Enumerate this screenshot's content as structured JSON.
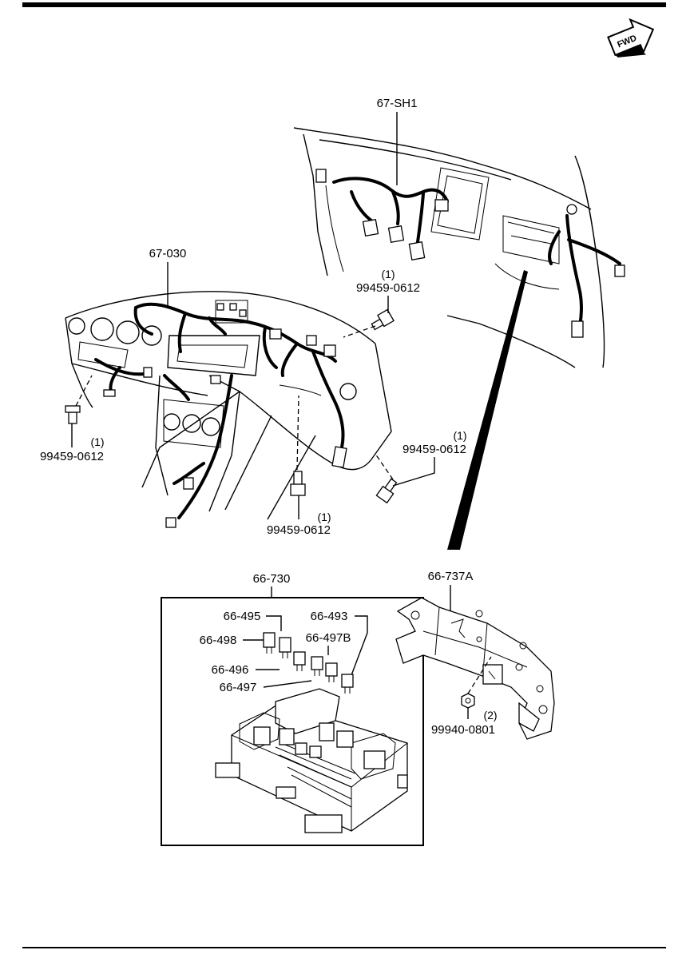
{
  "fwd_label": "FWD",
  "callouts": {
    "sh1": "67-SH1",
    "main_harness": "67-030",
    "bolt_a": "99459-0612",
    "bolt_a_qty": "(1)",
    "bolt_b": "99459-0612",
    "bolt_b_qty": "(1)",
    "bolt_c": "99459-0612",
    "bolt_c_qty": "(1)",
    "bolt_d": "99459-0612",
    "bolt_d_qty": "(1)",
    "fuse_box": "66-730",
    "bracket": "66-737A",
    "f495": "66-495",
    "f493": "66-493",
    "f498": "66-498",
    "f497b": "66-497B",
    "f496": "66-496",
    "f497": "66-497",
    "nut": "99940-0801",
    "nut_qty": "(2)"
  }
}
